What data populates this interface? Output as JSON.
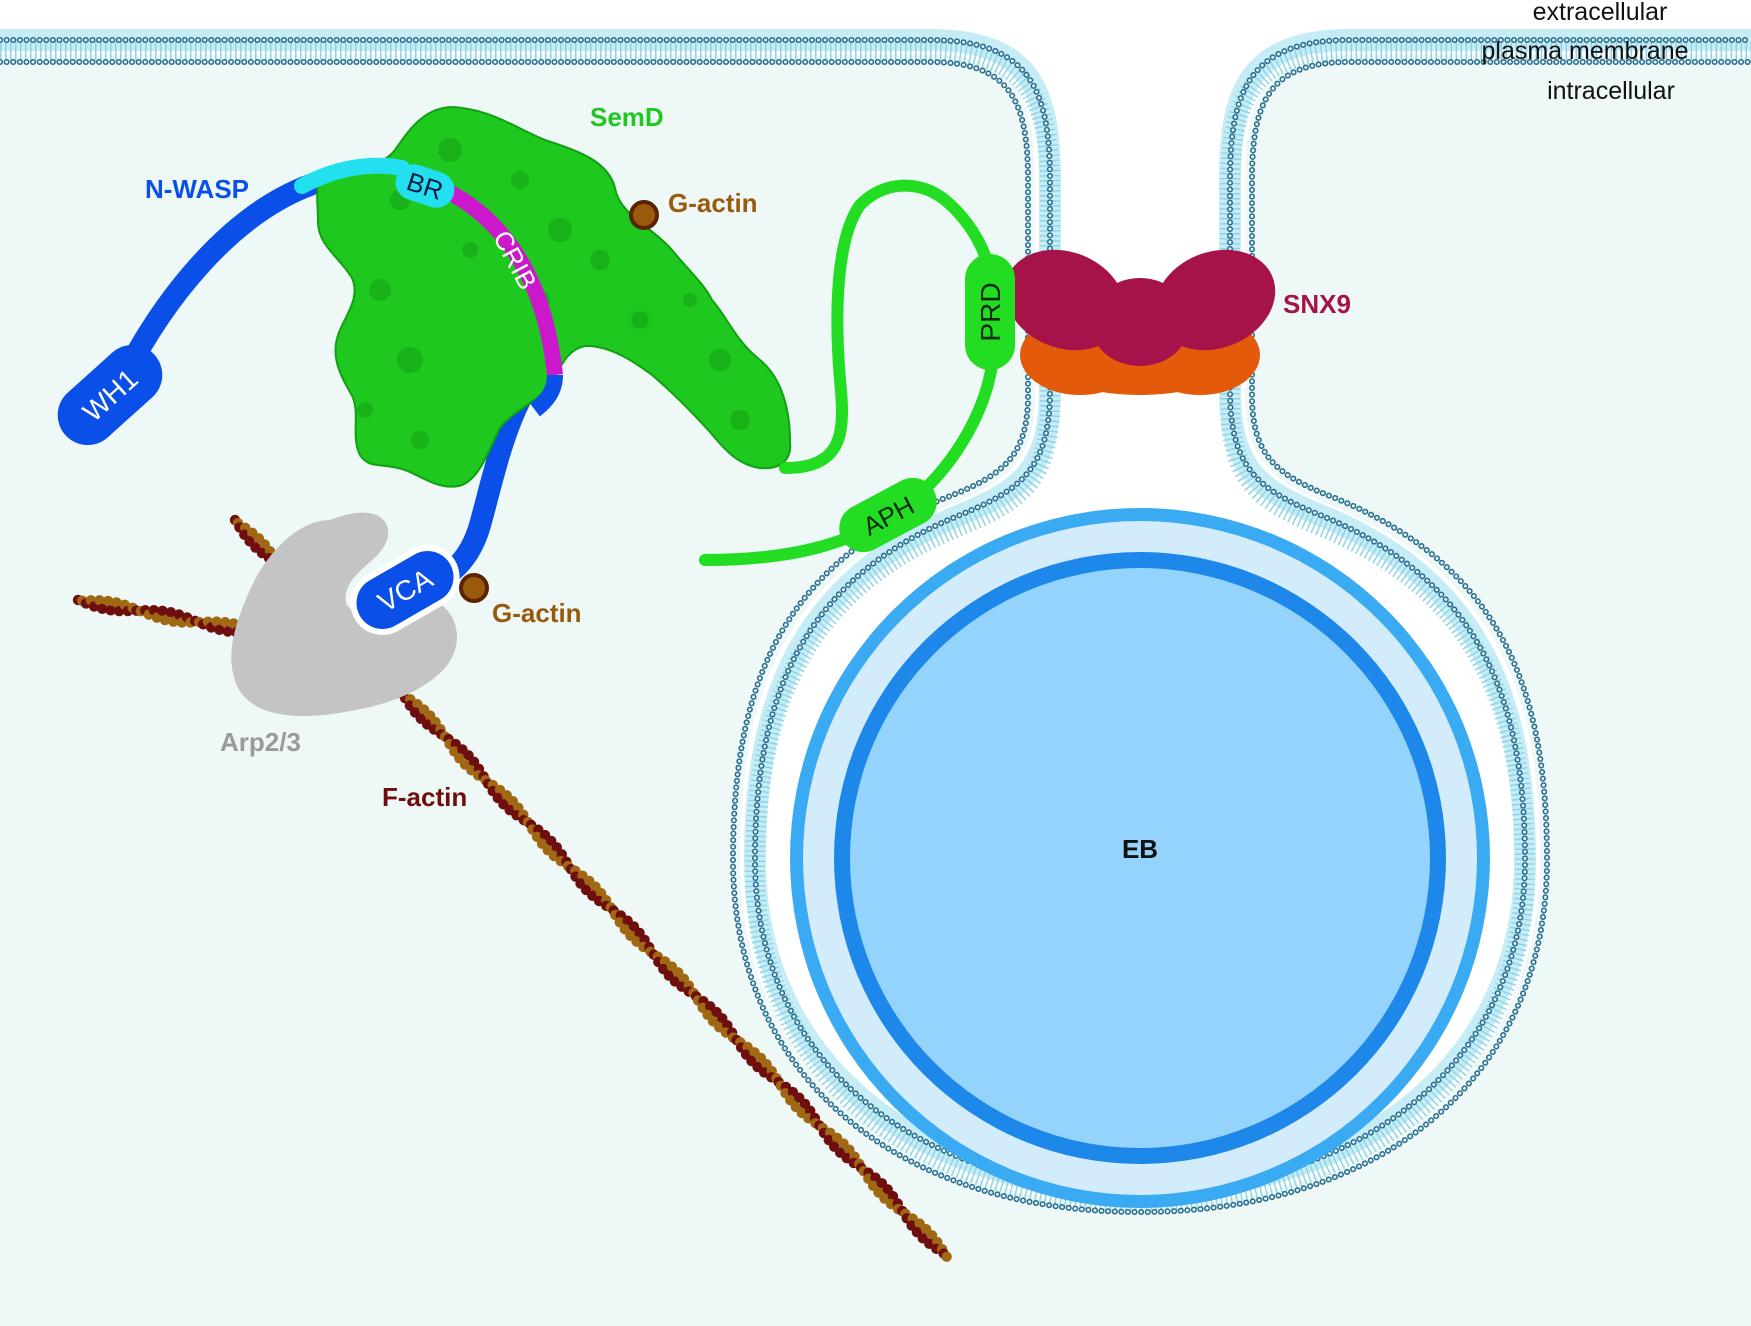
{
  "regions": {
    "extracellular": "extracellular",
    "membrane": "plasma membrane",
    "intracellular": "intracellular"
  },
  "proteins": {
    "nwasp": "N-WASP",
    "semd": "SemD",
    "snx9": "SNX9",
    "arp23": "Arp2/3",
    "factin": "F-actin",
    "gactin_top": "G-actin",
    "gactin_bottom": "G-actin",
    "eb": "EB"
  },
  "domains": {
    "wh1": "WH1",
    "br": "BR",
    "crib": "CRIB",
    "vca": "VCA",
    "prd": "PRD",
    "aph": "APH"
  },
  "colors": {
    "nwasp": "#0a4fe8",
    "semd": "#1ec81e",
    "semd_line": "#22dd22",
    "br": "#22e0f0",
    "crib": "#cc18cc",
    "snx9_top": "#a6124a",
    "snx9_bottom": "#e35a0b",
    "arp23": "#c4c4c4",
    "gactin": "#9a5a0e",
    "factin_dark": "#6e0e0e",
    "factin_light": "#a06812",
    "membrane_head": "#2a6a8a",
    "membrane_tail": "#8fd4e6",
    "eb_core": "#94d3fb",
    "eb_ring_dark": "#1e88ea",
    "eb_ring_mid": "#3aaaf2",
    "eb_ring_light": "#d3ecfb",
    "cytoplasm": "#eef8f6"
  }
}
